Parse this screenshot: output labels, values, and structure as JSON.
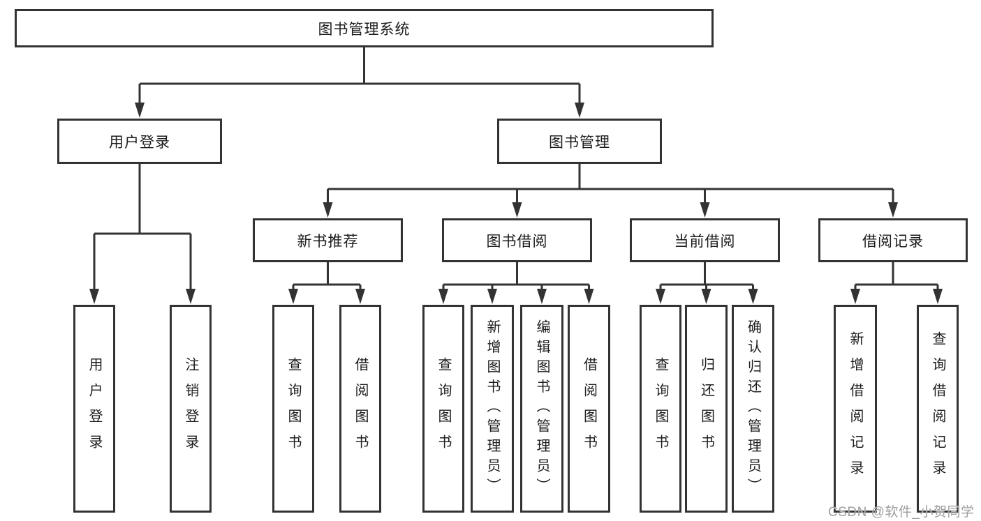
{
  "nodes": {
    "root": "图书管理系统",
    "user_login": "用户登录",
    "book_mgmt": "图书管理",
    "new_book_rec": "新书推荐",
    "book_borrow": "图书借阅",
    "current_borrow": "当前借阅",
    "borrow_records": "借阅记录",
    "leaf_user_login": "用户登录",
    "leaf_logout": "注销登录",
    "leaf_rec_query": "查询图书",
    "leaf_rec_borrow": "借阅图书",
    "leaf_bb_query": "查询图书",
    "leaf_bb_add": "新增图书（管理员）",
    "leaf_bb_edit": "编辑图书（管理员）",
    "leaf_bb_borrow": "借阅图书",
    "leaf_cb_query": "查询图书",
    "leaf_cb_return": "归还图书",
    "leaf_cb_confirm": "确认归还（管理员）",
    "leaf_br_add": "新增借阅记录",
    "leaf_br_query": "查询借阅记录"
  },
  "hierarchy": [
    {
      "parent": "root",
      "children": [
        "user_login",
        "book_mgmt"
      ]
    },
    {
      "parent": "user_login",
      "children": [
        "leaf_user_login",
        "leaf_logout"
      ]
    },
    {
      "parent": "book_mgmt",
      "children": [
        "new_book_rec",
        "book_borrow",
        "current_borrow",
        "borrow_records"
      ]
    },
    {
      "parent": "new_book_rec",
      "children": [
        "leaf_rec_query",
        "leaf_rec_borrow"
      ]
    },
    {
      "parent": "book_borrow",
      "children": [
        "leaf_bb_query",
        "leaf_bb_add",
        "leaf_bb_edit",
        "leaf_bb_borrow"
      ]
    },
    {
      "parent": "current_borrow",
      "children": [
        "leaf_cb_query",
        "leaf_cb_return",
        "leaf_cb_confirm"
      ]
    },
    {
      "parent": "borrow_records",
      "children": [
        "leaf_br_add",
        "leaf_br_query"
      ]
    }
  ],
  "watermark": "CSDN @软件_小贺同学",
  "colors": {
    "line": "#333333",
    "box_border": "#333333",
    "box_fill": "#ffffff",
    "text": "#1c1c1c",
    "watermark": "#9e9e9e",
    "background": "#ffffff"
  }
}
